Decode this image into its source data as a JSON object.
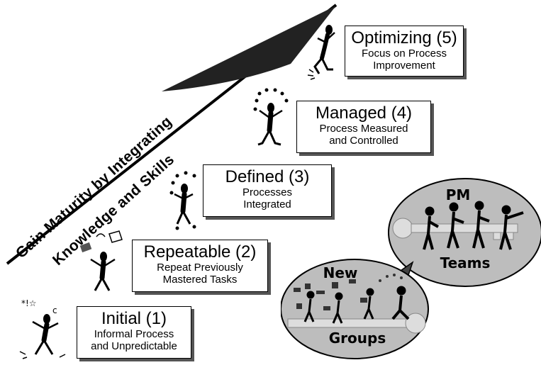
{
  "slogan": {
    "line1": "Gain Maturity by Integrating",
    "line2": "Knowledge and Skills"
  },
  "levels": [
    {
      "title": "Optimizing (5)",
      "desc1": "Focus on Process",
      "desc2": "Improvement"
    },
    {
      "title": "Managed (4)",
      "desc1": "Process Measured",
      "desc2": "and Controlled"
    },
    {
      "title": "Defined (3)",
      "desc1": "Processes",
      "desc2": "Integrated"
    },
    {
      "title": "Repeatable (2)",
      "desc1": "Repeat Previously",
      "desc2": "Mastered Tasks"
    },
    {
      "title": "Initial (1)",
      "desc1": "Informal Process",
      "desc2": "and Unpredictable"
    }
  ],
  "bubbles": {
    "pm_top": "PM",
    "pm_bottom": "Teams",
    "new_top": "New",
    "new_bottom": "Groups"
  }
}
